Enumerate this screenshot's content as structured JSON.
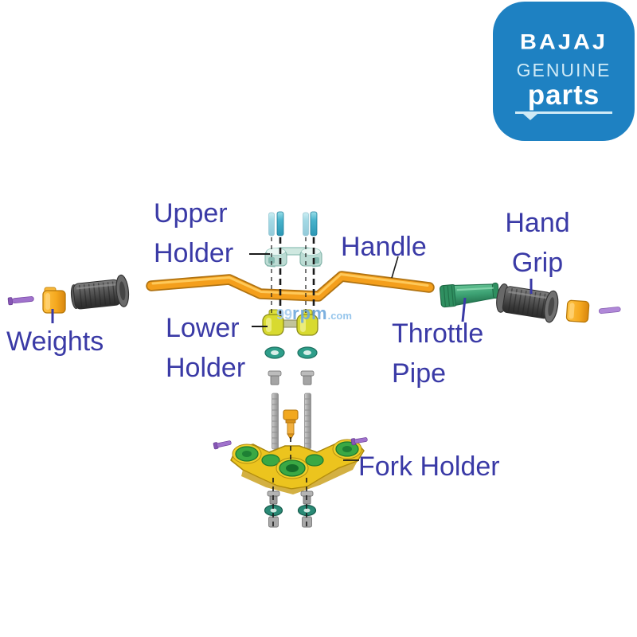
{
  "logo": {
    "brand": "BAJAJ",
    "genuine": "GENUINE",
    "parts": "parts",
    "bg_color": "#1e81c2",
    "accent_color": "#cfeaf6"
  },
  "labels": {
    "upper_holder": "Upper Holder",
    "handle": "Handle",
    "hand_grip": "Hand Grip",
    "weights": "Weights",
    "lower_holder": "Lower Holder",
    "throttle_pipe": "Throttle Pipe",
    "fork_holder": "Fork Holder"
  },
  "watermark": {
    "num": "99",
    "name": "rpm",
    "tld": ".com"
  },
  "colors": {
    "label_text": "#3a3aa6",
    "leader_blue": "#3a3aa6",
    "leader_black": "#1a1a1a",
    "handlebar": "#f49f1c",
    "handlebar_outline": "#b07312",
    "handlebar_highlight": "#ffd065",
    "upper_holder": "#cfe8e0",
    "clamp_bolt_teal": "#3fb0c4",
    "lower_holder": "#d8da30",
    "washer_green": "#2e9e8a",
    "hardware_gray": "#b0b0b0",
    "stem_bolt_orange": "#f2a81e",
    "fork_holder_yellow": "#ecc41e",
    "fork_holder_green": "#3aa844",
    "throttle_pipe": "#3da274",
    "grip_gray": "#4a4a4a",
    "weight_orange": "#f5a81e",
    "small_bolt_purple": "#a072cc",
    "watermark_blue": "#6ea8dc"
  }
}
